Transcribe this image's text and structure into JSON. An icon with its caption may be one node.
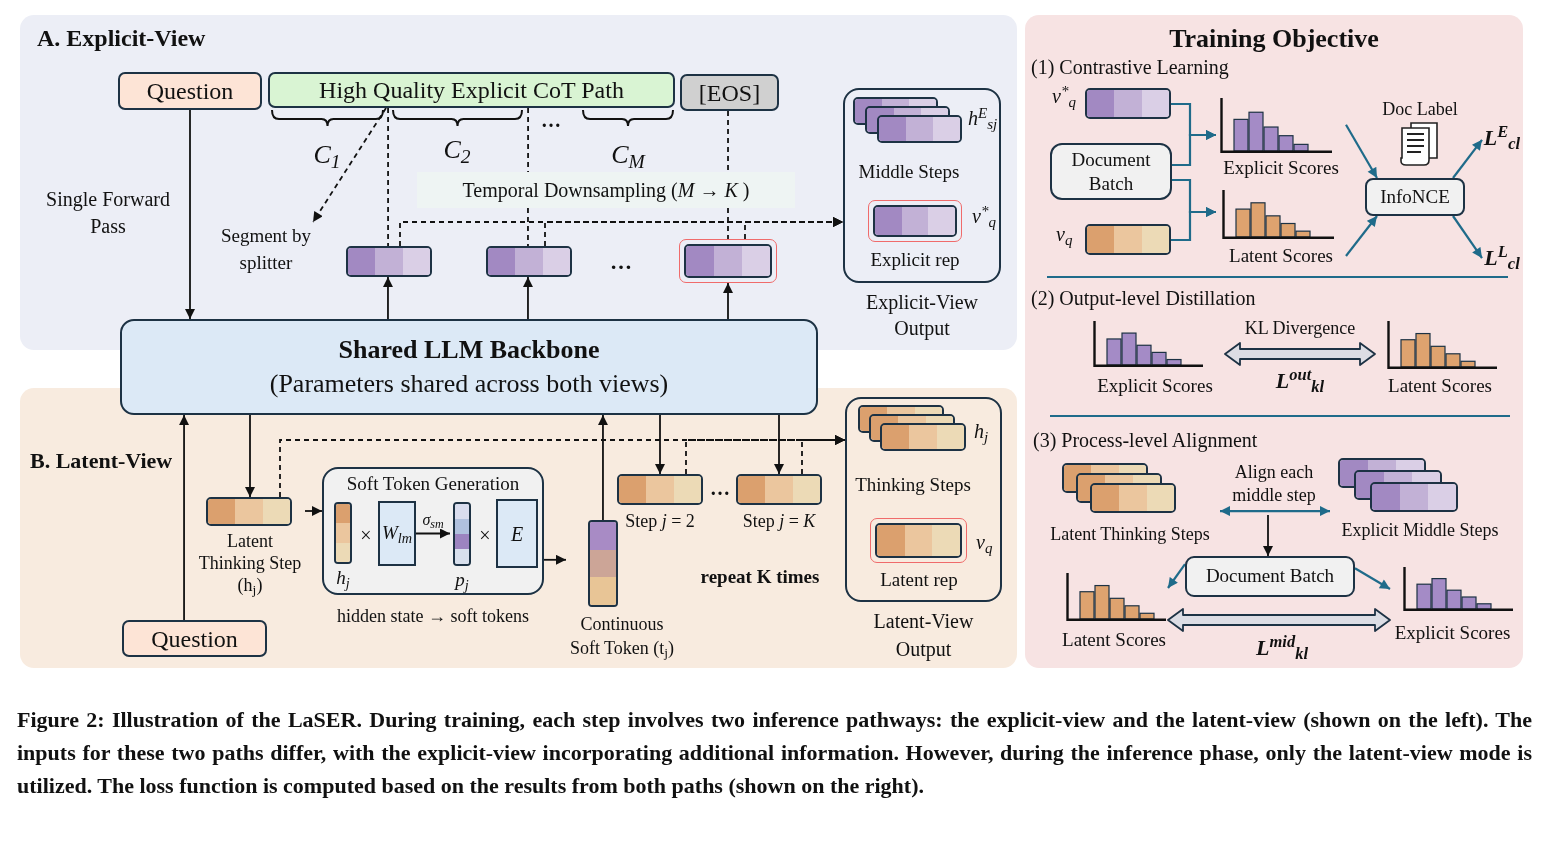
{
  "diagram": {
    "caption": "Figure 2: Illustration of the LaSER. During training, each step involves two inference pathways: the explicit-view and the latent-view (shown on the left). The inputs for these two paths differ, with the explicit-view incorporating additional information. However, during the inference phase, only the latent-view mode is utilized. The loss function is computed based on the results from both paths (shown on the right).",
    "nodes": [
      {
        "text": [
          "A. Explicit-View"
        ]
      },
      {
        "text": [
          "Question"
        ],
        "in": 0
      },
      {
        "text": [
          "High Quality Explicit CoT Path"
        ],
        "in": 0
      },
      {
        "text": [
          "[EOS]"
        ],
        "in": 0
      },
      {
        "text": [
          "Segment by splitter"
        ],
        "in": 0
      },
      {
        "text": [
          "Temporal Downsampling (*M* → *K* )"
        ],
        "in": 0
      },
      {
        "text": [],
        "shape": "bar",
        "in": 0
      },
      {
        "text": [],
        "shape": "bar",
        "in": 0
      },
      {
        "text": [],
        "shape": "bar",
        "in": 0
      },
      {
        "text": [
          "Explicit-View Output"
        ],
        "in": 0
      },
      {
        "text": [
          "Middle Steps"
        ],
        "beside": [
          "h$^{E}$$_{sj}$"
        ],
        "in": 9
      },
      {
        "text": [
          "Explicit rep"
        ],
        "beside": [
          "v$^{*}$$_{q}$"
        ],
        "in": 9
      },
      {
        "text": [
          "Shared LLM Backbone",
          "(Parameters shared across both views)"
        ]
      },
      {
        "text": [
          "B. Latent-View"
        ]
      },
      {
        "text": [
          "Question"
        ],
        "in": 13
      },
      {
        "text": [
          "Latent Thinking Step (h$_{j}$)"
        ],
        "in": 13
      },
      {
        "text": [
          "Soft Token Generation"
        ],
        "beside": [
          "hidden state → soft tokens"
        ],
        "in": 13
      },
      {
        "text": [
          "h$_{j}$"
        ],
        "in": 16
      },
      {
        "text": [
          "W$_{lm}$"
        ],
        "in": 16
      },
      {
        "text": [
          "p$_{j}$"
        ],
        "in": 16
      },
      {
        "text": [
          "E"
        ],
        "in": 16
      },
      {
        "text": [
          "Continuous Soft Token (t$_{j}$)"
        ],
        "in": 13
      },
      {
        "text": [
          "Step *j* = 2"
        ],
        "in": 13
      },
      {
        "text": [
          "Step *j* = *K*"
        ],
        "in": 13
      },
      {
        "text": [
          "Latent-View Output"
        ],
        "in": 13
      },
      {
        "text": [
          "Thinking Steps"
        ],
        "beside": [
          "h$_{j}$"
        ],
        "in": 24
      },
      {
        "text": [
          "Latent rep"
        ],
        "beside": [
          "v$_{q}$"
        ],
        "in": 24
      },
      {
        "text": [
          "Training Objective"
        ]
      },
      {
        "text": [],
        "shape": "bar",
        "beside": [
          "v$^{*}$$_{q}$"
        ],
        "in": 27
      },
      {
        "text": [
          "Document Batch"
        ],
        "in": 27
      },
      {
        "text": [],
        "shape": "bar",
        "beside": [
          "v$_{q}$"
        ],
        "in": 27
      },
      {
        "text": [
          "Explicit Scores"
        ],
        "in": 27
      },
      {
        "text": [
          "Latent Scores"
        ],
        "in": 27
      },
      {
        "text": [
          "InfoNCE"
        ],
        "in": 27
      },
      {
        "text": [
          "L$^{E}$$_{cl}$"
        ],
        "in": 27
      },
      {
        "text": [
          "L$^{L}$$_{cl}$"
        ],
        "in": 27
      },
      {
        "text": [
          "Explicit Scores"
        ],
        "in": 27
      },
      {
        "text": [
          "Latent Scores"
        ],
        "in": 27
      },
      {
        "text": [
          "Latent Thinking Steps"
        ],
        "in": 27
      },
      {
        "text": [
          "Explicit Middle Steps"
        ],
        "in": 27
      },
      {
        "text": [
          "Document Batch"
        ],
        "in": 27
      },
      {
        "text": [
          "Latent Scores"
        ],
        "in": 27
      },
      {
        "text": [
          "Explicit Scores"
        ],
        "in": 27
      }
    ],
    "edges": [
      {
        "from": 1,
        "to": 12,
        "arrow": "to",
        "label": "Single Forward Pass"
      },
      {
        "from": 2,
        "to": 4,
        "arrow": "to",
        "style": "dashed"
      },
      {
        "from": 2,
        "to": 6,
        "arrow": "none",
        "style": "dashed"
      },
      {
        "from": 2,
        "to": 5,
        "arrow": "none",
        "style": "dashed"
      },
      {
        "from": 5,
        "to": 7,
        "arrow": "none",
        "style": "dashed"
      },
      {
        "from": 3,
        "to": 5,
        "arrow": "none",
        "style": "dashed"
      },
      {
        "from": 5,
        "to": 8,
        "arrow": "none",
        "style": "dashed"
      },
      {
        "from": 12,
        "to": 6,
        "arrow": "to"
      },
      {
        "from": 12,
        "to": 7,
        "arrow": "to"
      },
      {
        "from": 12,
        "to": 8,
        "arrow": "to"
      },
      {
        "from": 6,
        "to": 9,
        "arrow": "to",
        "style": "dashed"
      },
      {
        "from": 7,
        "to": 9,
        "arrow": "to",
        "style": "dashed"
      },
      {
        "from": 8,
        "to": 9,
        "arrow": "to",
        "style": "dashed"
      },
      {
        "from": 14,
        "to": 12,
        "arrow": "to"
      },
      {
        "from": 12,
        "to": 15,
        "arrow": "to"
      },
      {
        "from": 15,
        "to": 16,
        "arrow": "to"
      },
      {
        "from": 18,
        "to": 19,
        "arrow": "to",
        "label": "σ$_{sm}$"
      },
      {
        "from": 16,
        "to": 21,
        "arrow": "to"
      },
      {
        "from": 21,
        "to": 12,
        "arrow": "to"
      },
      {
        "from": 12,
        "to": 22,
        "arrow": "to"
      },
      {
        "from": 12,
        "to": 23,
        "arrow": "to"
      },
      {
        "from": 15,
        "to": 24,
        "arrow": "to",
        "style": "dashed"
      },
      {
        "from": 22,
        "to": 24,
        "arrow": "to",
        "style": "dashed"
      },
      {
        "from": 23,
        "to": 24,
        "arrow": "to",
        "style": "dashed"
      },
      {
        "from": 28,
        "to": 31,
        "arrow": "to",
        "color": "#1f6b8a"
      },
      {
        "from": 29,
        "to": 31,
        "arrow": "to",
        "color": "#1f6b8a"
      },
      {
        "from": 29,
        "to": 32,
        "arrow": "to",
        "color": "#1f6b8a"
      },
      {
        "from": 30,
        "to": 32,
        "arrow": "to",
        "color": "#1f6b8a"
      },
      {
        "from": 31,
        "to": 33,
        "arrow": "to",
        "color": "#1f6b8a"
      },
      {
        "from": 32,
        "to": 33,
        "arrow": "to",
        "color": "#1f6b8a"
      },
      {
        "from": 33,
        "to": 34,
        "arrow": "to",
        "color": "#1f6b8a"
      },
      {
        "from": 33,
        "to": 35,
        "arrow": "to",
        "color": "#1f6b8a"
      },
      {
        "from": 36,
        "to": 37,
        "arrow": "both",
        "style": "thick",
        "label": "KL Divergence"
      },
      {
        "from": 38,
        "to": 39,
        "arrow": "both",
        "color": "#1f6b8a",
        "label": "Align each middle step"
      },
      {
        "from": null,
        "to": 40,
        "arrow": "to"
      },
      {
        "from": 40,
        "to": 41,
        "arrow": "to",
        "color": "#1f6b8a"
      },
      {
        "from": 40,
        "to": 42,
        "arrow": "to",
        "color": "#1f6b8a"
      },
      {
        "from": 41,
        "to": 42,
        "arrow": "both",
        "style": "thick"
      }
    ],
    "labels": [
      "C$_{1}$",
      "C$_{2}$",
      "…",
      "C$_{M}$",
      "…",
      "×",
      "×",
      "…",
      "repeat K times",
      "(1) Contrastive Learning",
      "Doc Label",
      "(2) Output-level Distillation",
      "L$^{out}$$_{kl}$",
      "(3) Process-level Alignment",
      "L$^{mid}$$_{kl}$"
    ]
  }
}
